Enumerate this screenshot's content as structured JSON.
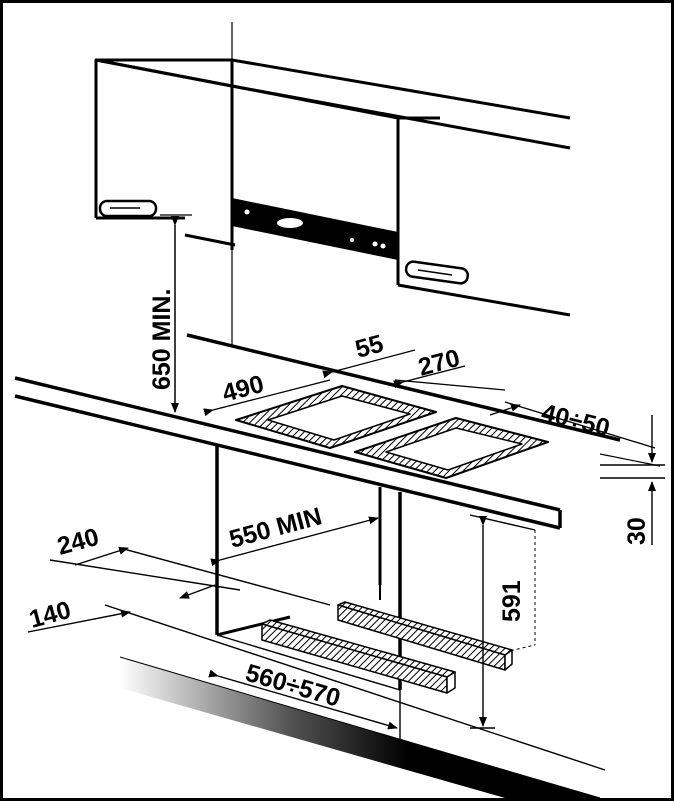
{
  "diagram": {
    "labels": {
      "cabinet_clearance": "650 MIN.",
      "hob_depth_cutout": "490",
      "front_edge_offset": "55",
      "cutout_spacing": "270",
      "rear_edge_offset": "40÷50",
      "worktop_thickness": "30",
      "cabinet_depth": "550 MIN",
      "cabinet_height": "591",
      "dim_240": "240",
      "dim_140": "140",
      "cabinet_width": "560÷570"
    }
  }
}
